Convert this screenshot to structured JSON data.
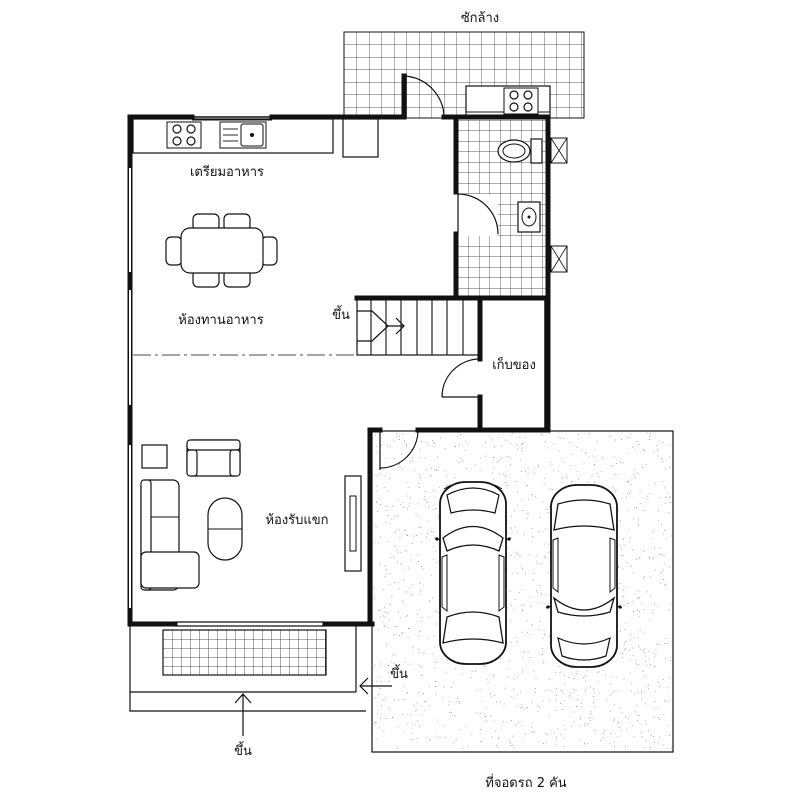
{
  "labels": {
    "laundry": "ซักล้าง",
    "food_prep": "เตรียมอาหาร",
    "dining_room": "ห้องทานอาหาร",
    "up_stairs": "ขึ้น",
    "storage": "เก็บของ",
    "living_room": "ห้องรับแขก",
    "up_carport": "ขึ้น",
    "up_front": "ขึ้น",
    "carport": "ที่จอดรถ 2 คัน"
  },
  "colors": {
    "line": "#111111",
    "background": "#ffffff",
    "stipple": "#9a9a9a"
  }
}
